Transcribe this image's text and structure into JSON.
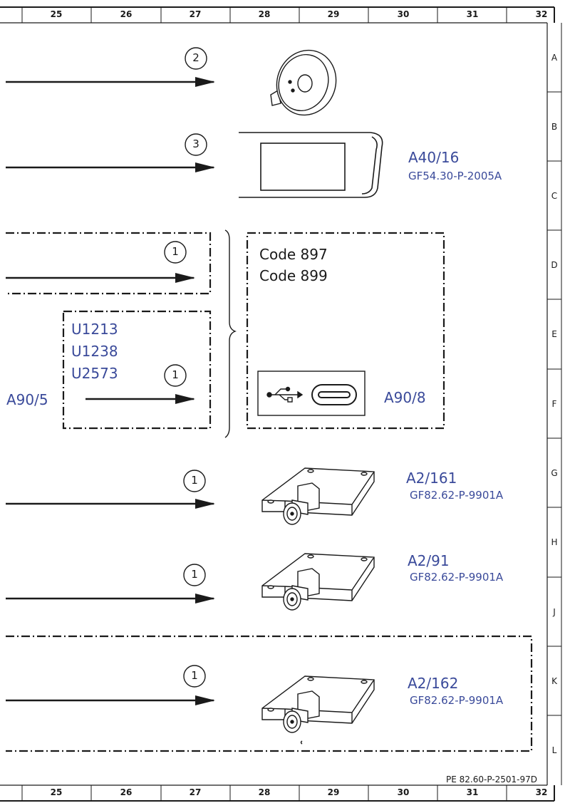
{
  "grid": {
    "columns": [
      "25",
      "26",
      "27",
      "28",
      "29",
      "30",
      "31",
      "32"
    ],
    "rows": [
      "A",
      "B",
      "C",
      "D",
      "E",
      "F",
      "G",
      "H",
      "J",
      "K",
      "L"
    ]
  },
  "document_ref": "PE 82.60-P-2501-97D",
  "arrows": {
    "a": "2",
    "b": "3",
    "c": "1",
    "d": "1",
    "e": "1",
    "f": "1",
    "g": "1"
  },
  "components": {
    "display": {
      "id": "A40/16",
      "doc": "GF54.30-P-2005A"
    },
    "usb_box": {
      "codes": [
        "Code 897",
        "Code 899"
      ],
      "id": "A90/8"
    },
    "u_box": {
      "items": [
        "U1213",
        "U1238",
        "U2573"
      ],
      "id": "A90/5"
    },
    "module1": {
      "id": "A2/161",
      "doc": "GF82.62-P-9901A"
    },
    "module2": {
      "id": "A2/91",
      "doc": "GF82.62-P-9901A"
    },
    "module3": {
      "id": "A2/162",
      "doc": "GF82.62-P-9901A"
    }
  },
  "icons": [
    "usb-icon",
    "usb-c-port-icon",
    "speaker-icon",
    "display-icon",
    "antenna-module-icon"
  ]
}
